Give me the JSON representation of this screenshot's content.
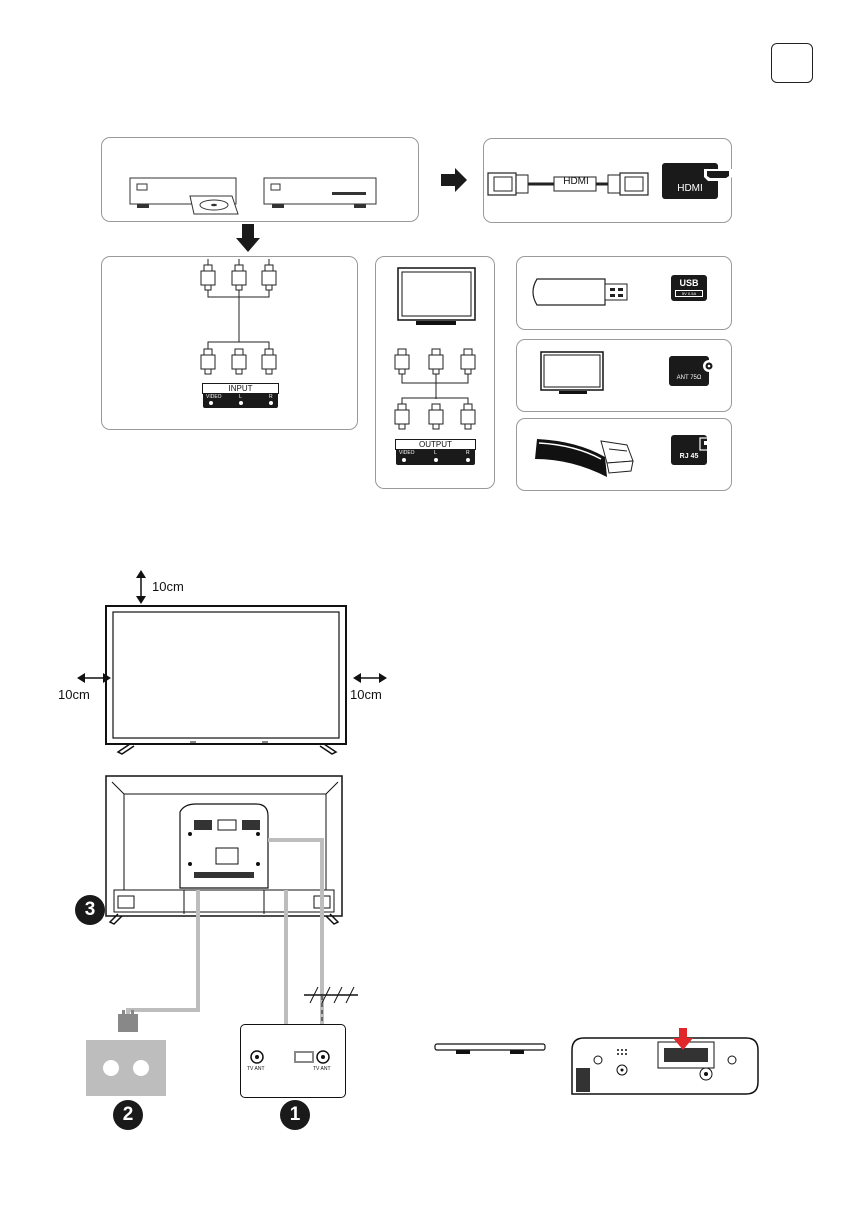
{
  "page_corner_box": "",
  "hdmi": {
    "cable_label": "HDMI",
    "port_label": "HDMI"
  },
  "input_panel": {
    "title": "INPUT",
    "video": "VIDEO",
    "left": "L",
    "right": "R"
  },
  "output_panel": {
    "title": "OUTPUT",
    "video": "VIDEO",
    "left": "L",
    "right": "R"
  },
  "usb": {
    "port_label": "USB",
    "port_sub": "5V 0.5A"
  },
  "antenna": {
    "port_label": "ANT 75Ω"
  },
  "network": {
    "port_label": "RJ 45"
  },
  "clearance": {
    "top": "10cm",
    "left": "10cm",
    "right": "10cm"
  },
  "wall_plate": {
    "left_label": "TV ANT",
    "right_label": "TV ANT"
  },
  "steps": {
    "one": "1",
    "two": "2",
    "three": "3"
  }
}
